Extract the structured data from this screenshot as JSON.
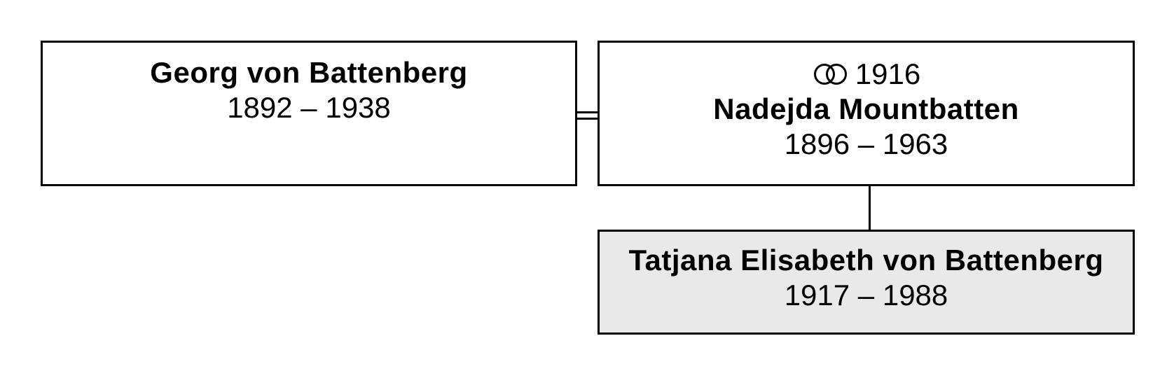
{
  "persons": {
    "georg": {
      "name": "Georg von Battenberg",
      "dates": "1892 – 1938"
    },
    "nadejda": {
      "marriage_year": "1916",
      "marriage_icon": "wedding-rings-icon",
      "name": "Nadejda Mountbatten",
      "dates": "1896 – 1963"
    },
    "tatjana": {
      "name": "Tatjana Elisabeth von Battenberg",
      "dates": "1917 – 1988"
    }
  },
  "colors": {
    "border": "#000000",
    "box_background": "#ffffff",
    "child_box_background": "#e9e9e9"
  }
}
